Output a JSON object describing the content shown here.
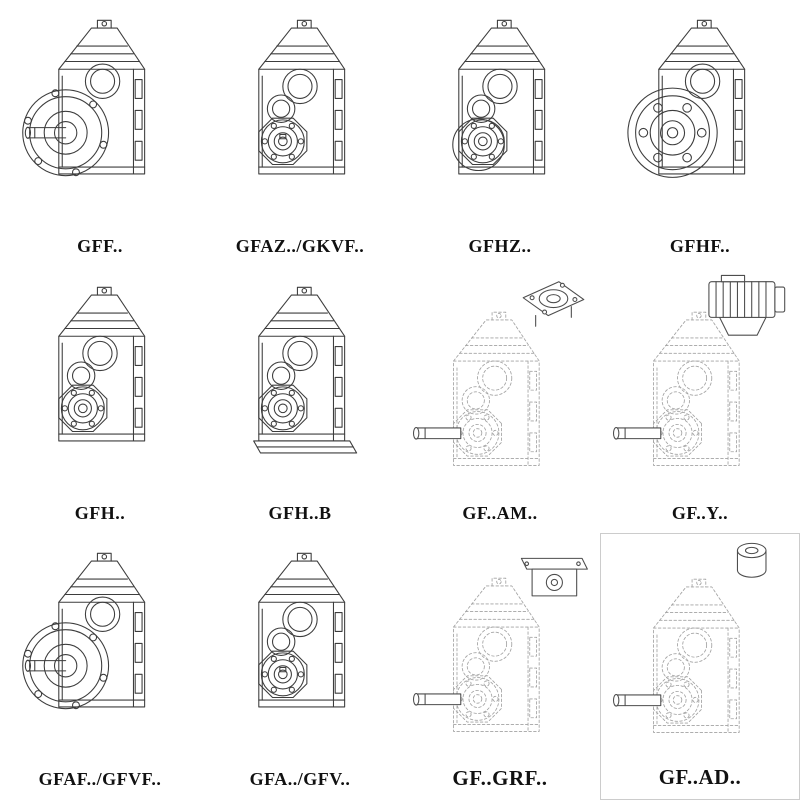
{
  "catalog": {
    "items": [
      {
        "id": "gff",
        "label": "GFF.."
      },
      {
        "id": "gfaz-gkvf",
        "label": "GFAZ../GKVF.."
      },
      {
        "id": "gfhz",
        "label": "GFHZ.."
      },
      {
        "id": "gfhf",
        "label": "GFHF.."
      },
      {
        "id": "gfh",
        "label": "GFH.."
      },
      {
        "id": "gfh-b",
        "label": "GFH..B"
      },
      {
        "id": "gf-am",
        "label": "GF..AM.."
      },
      {
        "id": "gf-y",
        "label": "GF..Y.."
      },
      {
        "id": "gfaf-gfvf",
        "label": "GFAF../GFVF.."
      },
      {
        "id": "gfa-gfv",
        "label": "GFA../GFV.."
      },
      {
        "id": "gf-grf",
        "label": "GF..GRF.."
      },
      {
        "id": "gf-ad",
        "label": "GF..AD.."
      }
    ],
    "colors": {
      "line": "#3d3d3d",
      "dashed_line": "#a3a3a3",
      "label_text": "#111111",
      "background": "#ffffff"
    }
  }
}
